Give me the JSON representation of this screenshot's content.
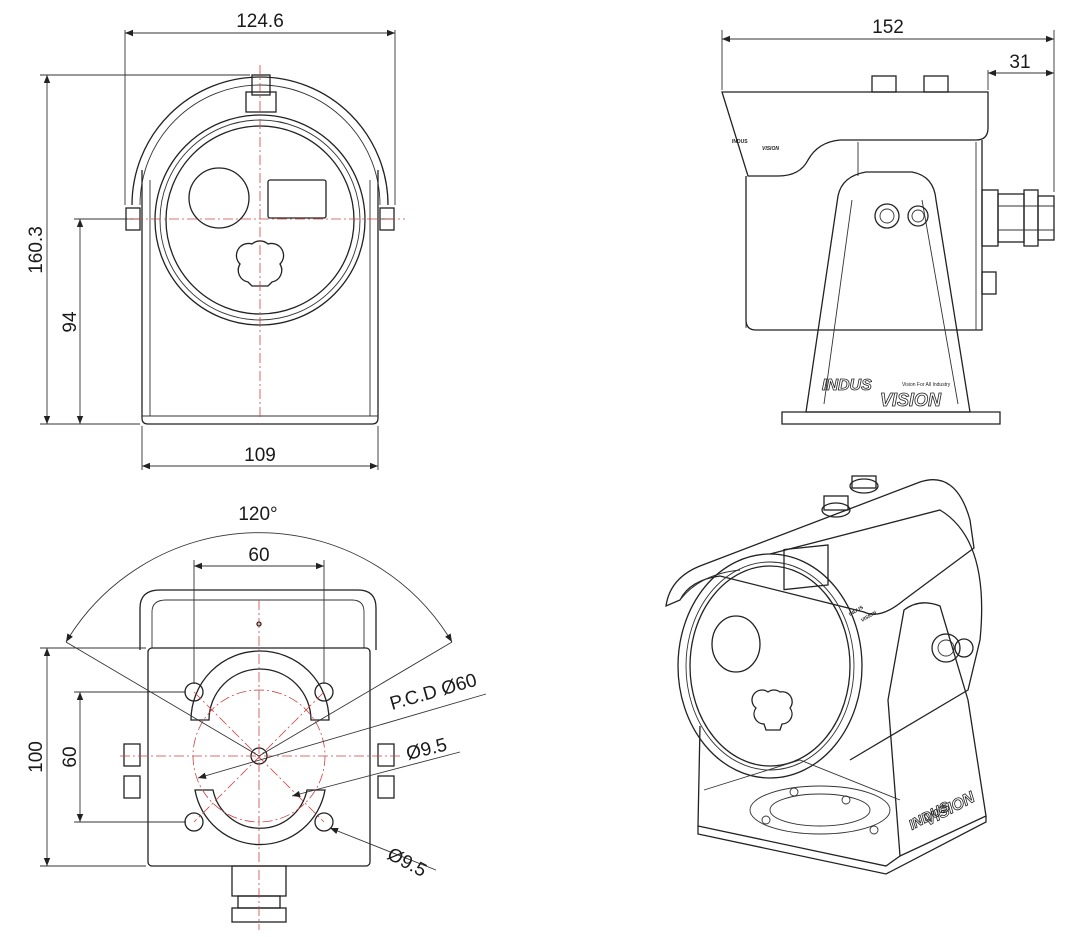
{
  "dimensions": {
    "front_width_top": "124.6",
    "front_width_bottom": "109",
    "front_height_total": "160.3",
    "front_height_axis": "94",
    "side_length": "152",
    "side_offset": "31",
    "base_angle": "120°",
    "base_hole_spacing_x": "60",
    "base_hole_spacing_y": "60",
    "base_height": "100",
    "pcd": "P.C.D Ø60",
    "hole_dia_1": "Ø9.5",
    "hole_dia_2": "Ø9.5"
  },
  "brand": {
    "line1": "INDUS",
    "line2": "VISION",
    "tagline": "Vision For All Industry"
  },
  "colors": {
    "line": "#222222",
    "center_line": "#cc4444",
    "background": "#ffffff"
  }
}
